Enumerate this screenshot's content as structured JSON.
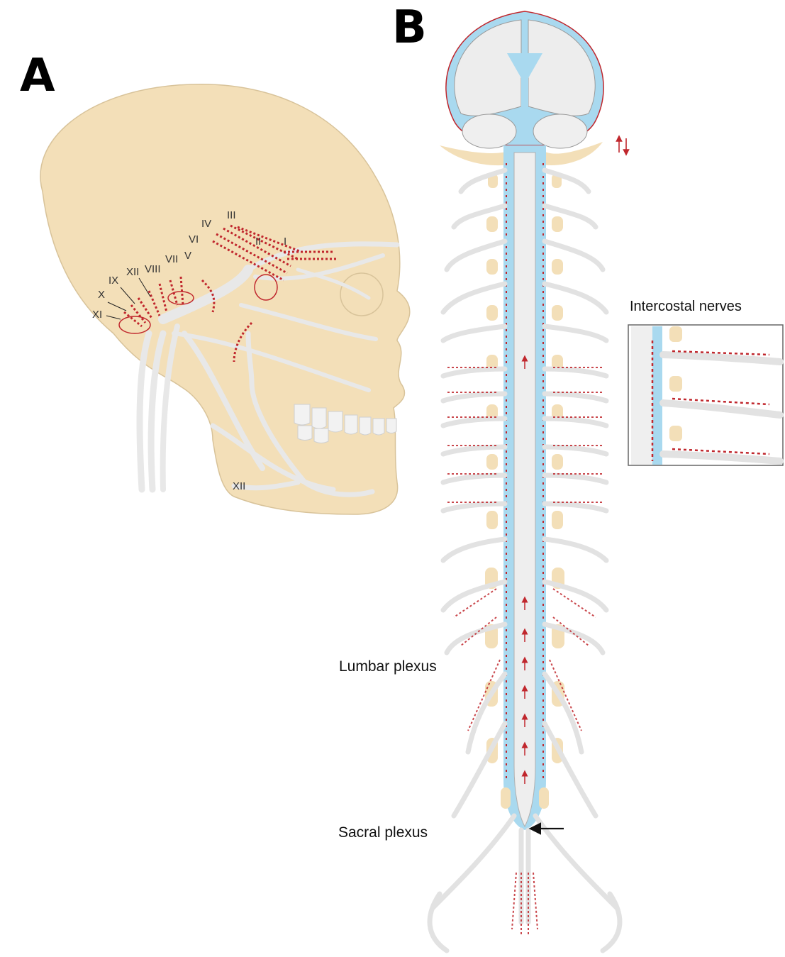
{
  "panels": {
    "a": "A",
    "b": "B"
  },
  "cranial_nerves": [
    "I",
    "II",
    "III",
    "IV",
    "V",
    "VI",
    "VII",
    "VIII",
    "IX",
    "X",
    "XI",
    "XII",
    "XII"
  ],
  "labels": {
    "lumbar": "Lumbar plexus",
    "sacral": "Sacral plexus",
    "intercostal": "Intercostal nerves"
  },
  "colors": {
    "skull": "#f3dfb8",
    "csf": "#a9d9ef",
    "nerve": "#e6e6e6",
    "red": "#c0272d"
  }
}
